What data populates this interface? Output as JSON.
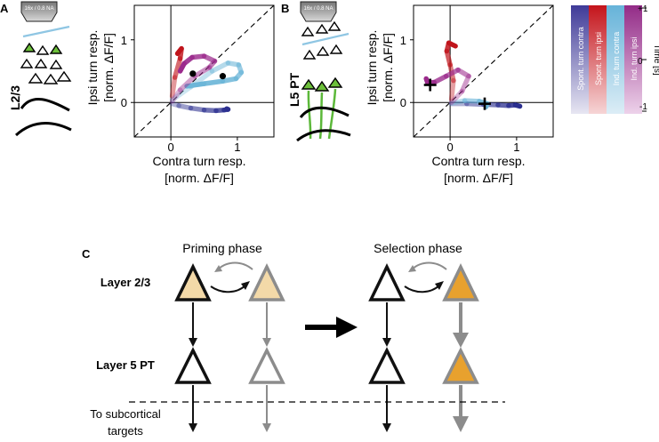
{
  "panels": {
    "A": {
      "letter": "A",
      "objective": "16x / 0.8 NA",
      "layer": "L2/3",
      "chart_data": {
        "type": "line",
        "xlabel": [
          "Contra turn resp.",
          "[norm. ΔF/F]"
        ],
        "ylabel": [
          "Ipsi turn resp.",
          "[norm. ΔF/F]"
        ],
        "xlim": [
          -0.55,
          1.55
        ],
        "ylim": [
          -0.55,
          1.55
        ],
        "xticks": [
          0,
          1
        ],
        "yticks": [
          0,
          1
        ],
        "grid": false,
        "series": [
          {
            "name": "Spont. turn contra",
            "color": "#2b2f8f",
            "x": [
              0.02,
              0.12,
              0.3,
              0.5,
              0.68,
              0.8,
              0.86,
              0.84
            ],
            "y": [
              -0.02,
              -0.05,
              -0.09,
              -0.12,
              -0.13,
              -0.12,
              -0.11,
              -0.1
            ]
          },
          {
            "name": "Spont. turn ipsi",
            "color": "#c0141b",
            "x": [
              0.02,
              0.06,
              0.14,
              0.16,
              0.1
            ],
            "y": [
              0.1,
              0.4,
              0.7,
              0.86,
              0.78
            ]
          },
          {
            "name": "Ind. turn contra",
            "color": "#6cb6d8",
            "x": [
              0.02,
              0.3,
              0.62,
              0.86,
              1.02,
              1.06,
              0.98,
              0.78,
              0.5,
              0.24
            ],
            "y": [
              0.04,
              0.25,
              0.5,
              0.63,
              0.6,
              0.48,
              0.38,
              0.34,
              0.3,
              0.26
            ]
          },
          {
            "name": "Ind. turn ipsi",
            "color": "#9b2a8c",
            "x": [
              0.02,
              0.14,
              0.36,
              0.58,
              0.66,
              0.5,
              0.32,
              0.2,
              0.14
            ],
            "y": [
              0.02,
              0.2,
              0.42,
              0.56,
              0.66,
              0.74,
              0.72,
              0.62,
              0.5
            ]
          }
        ],
        "markers": [
          {
            "shape": "dot",
            "x": 0.33,
            "y": 0.46
          },
          {
            "shape": "dot",
            "x": 0.78,
            "y": 0.42
          }
        ]
      }
    },
    "B": {
      "letter": "B",
      "objective": "16x / 0.8 NA",
      "layer": "L5 PT",
      "chart_data": {
        "type": "line",
        "xlabel": [
          "Contra turn resp.",
          "[norm. ΔF/F]"
        ],
        "ylabel": [
          "Ipsi turn resp.",
          "[norm. ΔF/F]"
        ],
        "xlim": [
          -0.55,
          1.55
        ],
        "ylim": [
          -0.55,
          1.55
        ],
        "xticks": [
          0,
          1
        ],
        "yticks": [
          0,
          1
        ],
        "grid": false,
        "series": [
          {
            "name": "Spont. turn contra",
            "color": "#2b2f8f",
            "x": [
              0.02,
              0.25,
              0.5,
              0.72,
              0.88,
              0.98,
              1.05
            ],
            "y": [
              -0.02,
              -0.02,
              -0.03,
              -0.04,
              -0.05,
              -0.04,
              -0.06
            ]
          },
          {
            "name": "Spont. turn ipsi",
            "color": "#c0141b",
            "x": [
              0.02,
              0.05,
              0.0,
              -0.05,
              -0.02,
              0.08
            ],
            "y": [
              0.05,
              0.35,
              0.6,
              0.82,
              0.95,
              0.9
            ]
          },
          {
            "name": "Ind. turn contra",
            "color": "#6cb6d8",
            "x": [
              0.02,
              0.22,
              0.44,
              0.56,
              0.54
            ],
            "y": [
              -0.01,
              0.03,
              0.02,
              -0.02,
              -0.07
            ]
          },
          {
            "name": "Ind. turn ipsi",
            "color": "#9b2a8c",
            "x": [
              0.02,
              0.18,
              0.28,
              0.12,
              -0.06,
              -0.24,
              -0.34,
              -0.36
            ],
            "y": [
              0.0,
              0.18,
              0.42,
              0.52,
              0.42,
              0.32,
              0.32,
              0.38
            ]
          }
        ],
        "markers": [
          {
            "shape": "cross",
            "x": -0.3,
            "y": 0.28
          },
          {
            "shape": "cross",
            "x": 0.52,
            "y": -0.02
          }
        ]
      }
    },
    "legend": {
      "entries": [
        "Spont. turn contra",
        "Spont. turn ipsi",
        "Ind. turn contra",
        "Ind. turn ipsi"
      ],
      "colors": [
        "#2b2f8f",
        "#c0141b",
        "#6cb6d8",
        "#9b2a8c"
      ],
      "axis_label": "Time [s]",
      "ticks": [
        "+1",
        "0",
        "-1"
      ]
    },
    "C": {
      "letter": "C",
      "priming_title": "Priming phase",
      "selection_title": "Selection phase",
      "row1_label": "Layer 2/3",
      "row2_label": "Layer 5 PT",
      "bottom_label": [
        "To subcortical",
        "targets"
      ],
      "colors": {
        "light_fill": "#f3d9a8",
        "orange_fill": "#e8a12e",
        "gray": "#888888"
      }
    }
  }
}
